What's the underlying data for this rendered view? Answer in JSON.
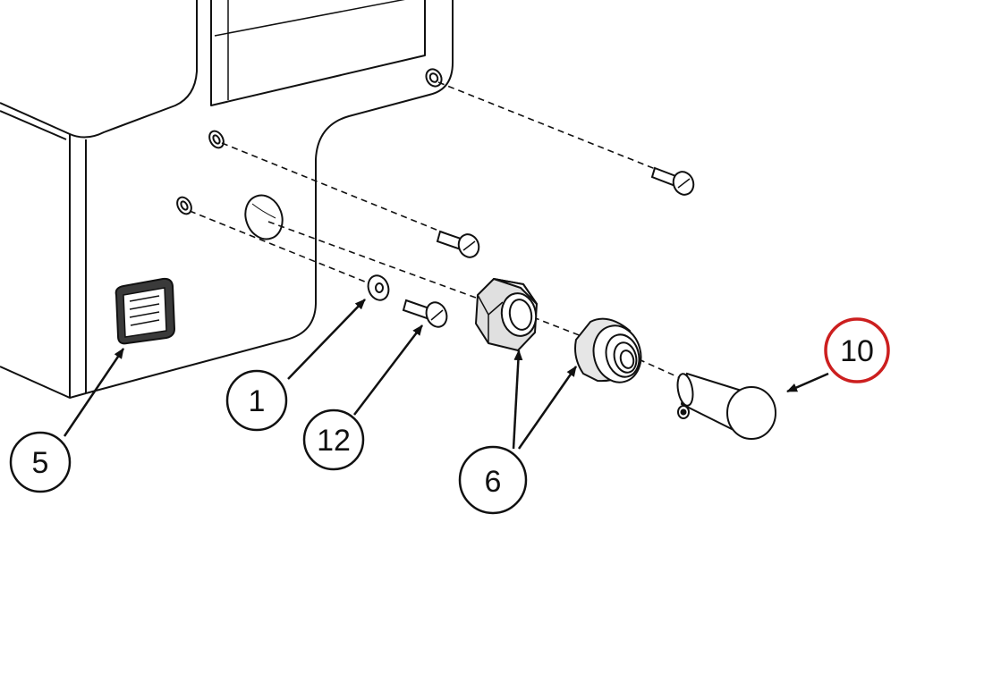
{
  "colors": {
    "line": "#111111",
    "fill": "#ffffff",
    "shade": "#e8e8e8",
    "highlight": "#cc1f1f"
  },
  "callouts": {
    "c1": "1",
    "c5": "5",
    "c6": "6",
    "c10": "10",
    "c12": "12"
  },
  "parts": [
    "housing-panel-icon",
    "vent-grille-icon",
    "washer-icon",
    "screw-icon",
    "hex-nut-icon",
    "bushing-icon",
    "knob-icon"
  ]
}
